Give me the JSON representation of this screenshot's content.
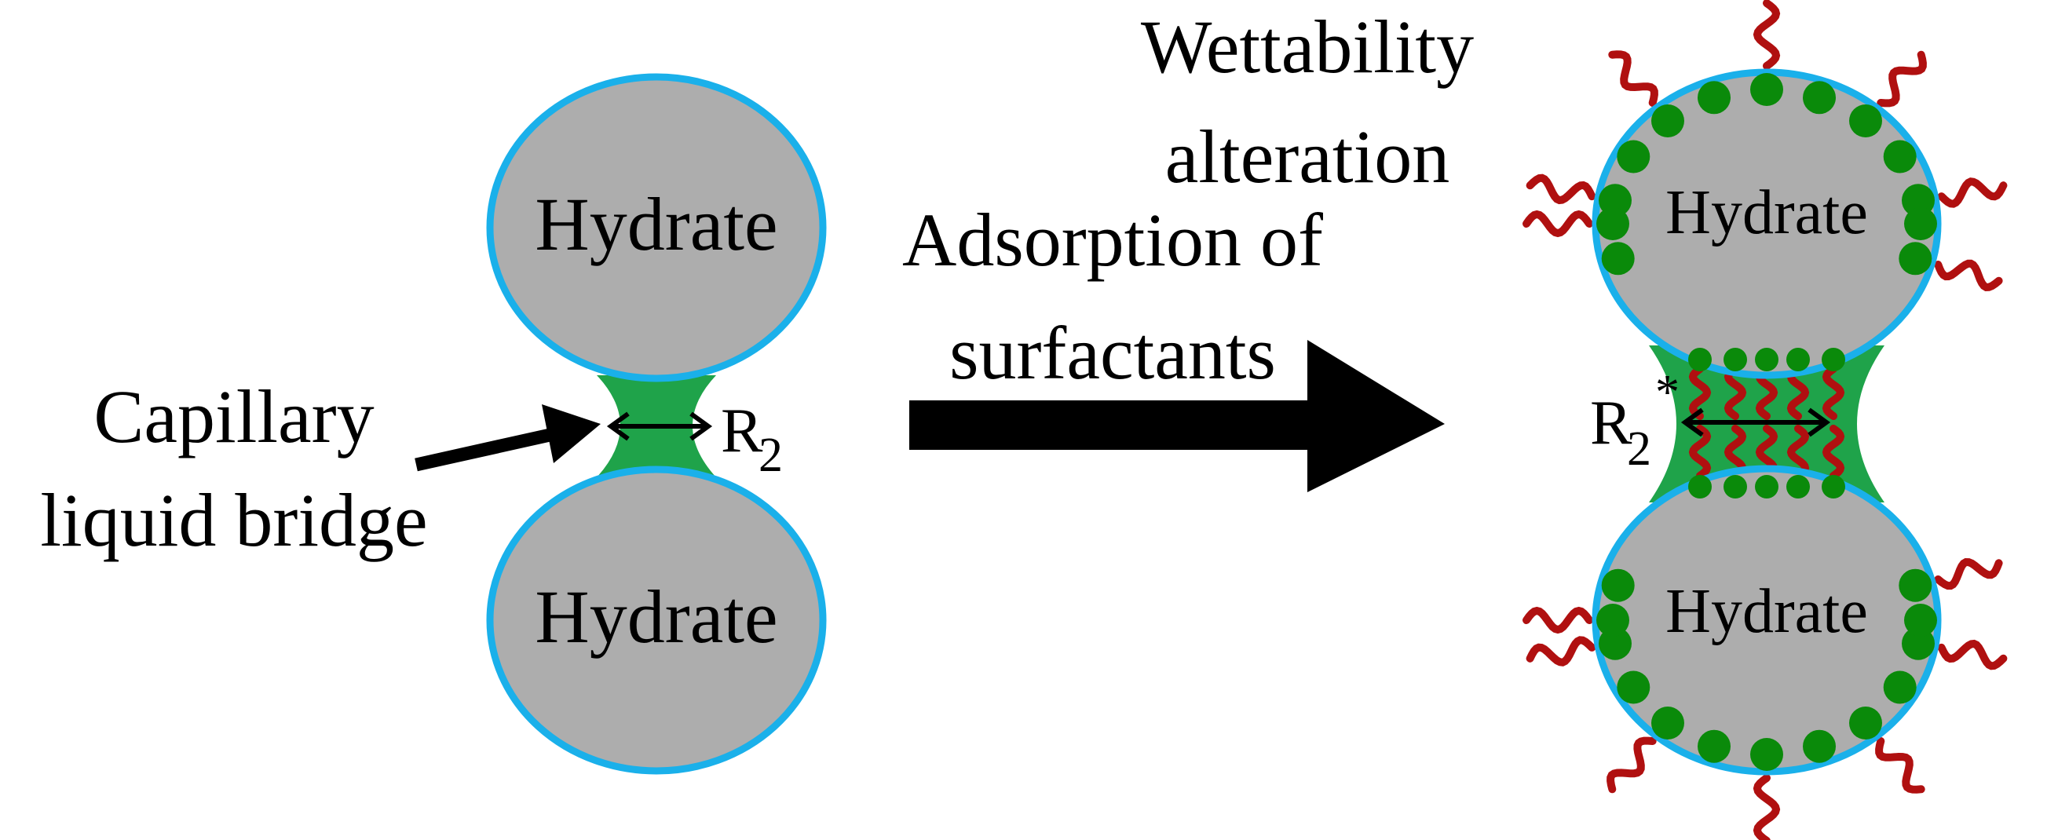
{
  "labels": {
    "hydrate_left_top": "Hydrate",
    "hydrate_left_bottom": "Hydrate",
    "hydrate_right_top": "Hydrate",
    "hydrate_right_bottom": "Hydrate",
    "capillary_line1": "Capillary",
    "capillary_line2": "liquid bridge",
    "r2_main": "R",
    "r2_sub": "2",
    "r2star_main": "R",
    "r2star_sub": "2",
    "r2star_sup": "*",
    "wettability_line1": "Wettability",
    "wettability_line2": "alteration",
    "adsorption_line1": "Adsorption of",
    "adsorption_line2": "surfactants"
  },
  "colors": {
    "hydrate_fill": "#adadad",
    "hydrate_outline": "#1ab0ea",
    "liquid_bridge": "#1fa34a",
    "surfactant_head": "#0a8a0a",
    "surfactant_tail": "#b01010",
    "arrow": "#000000"
  }
}
